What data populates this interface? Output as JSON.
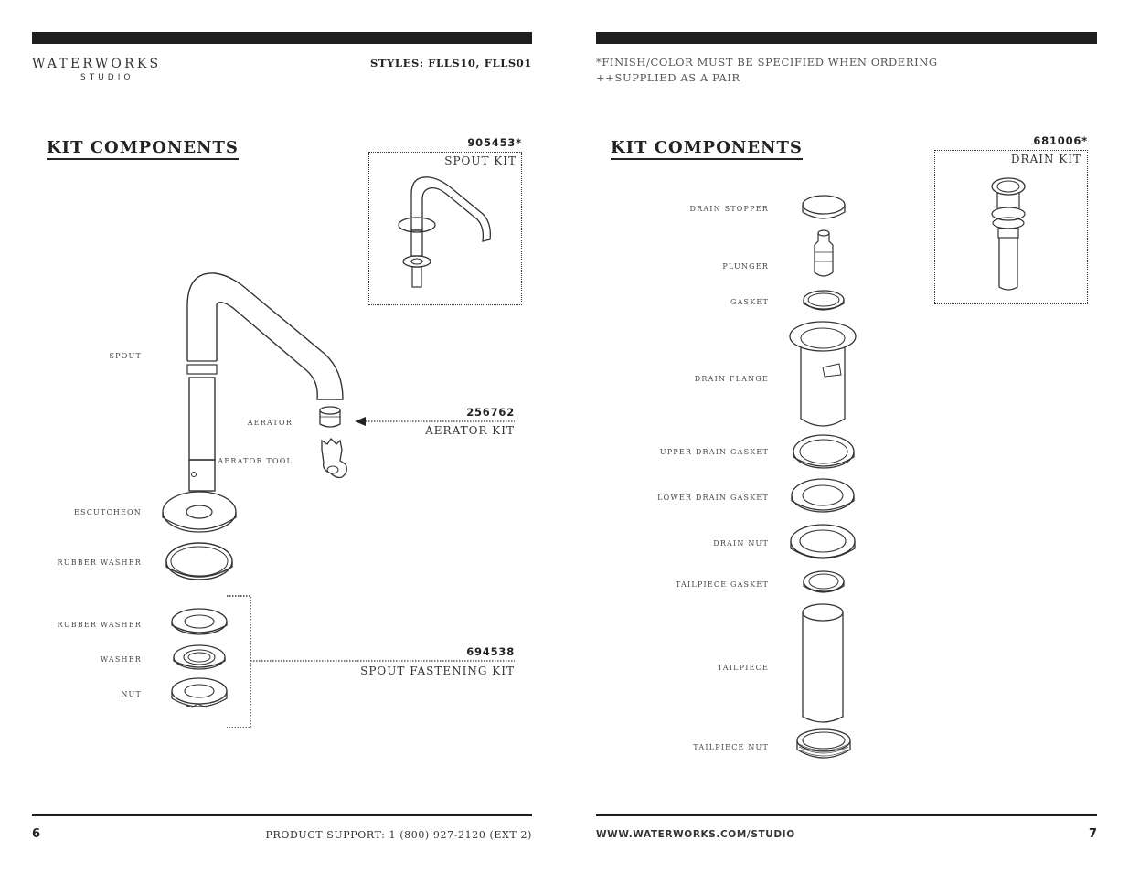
{
  "left_page": {
    "brand": "WATERWORKS",
    "brand_sub": "STUDIO",
    "styles": "STYLES: FLLS10, FLLS01",
    "heading": "KIT COMPONENTS",
    "spout_kit": {
      "part_no": "905453*",
      "name": "SPOUT KIT"
    },
    "aerator_kit": {
      "part_no": "256762",
      "name": "AERATOR KIT"
    },
    "fastening_kit": {
      "part_no": "694538",
      "name": "SPOUT FASTENING KIT"
    },
    "labels": {
      "spout": "SPOUT",
      "aerator": "AERATOR",
      "aerator_tool": "AERATOR TOOL",
      "escutcheon": "ESCUTCHEON",
      "rubber_washer_1": "RUBBER  WASHER",
      "rubber_washer_2": "RUBBER WASHER",
      "washer": "WASHER",
      "nut": "NUT"
    },
    "page_number": "6",
    "footer": "PRODUCT SUPPORT: 1 (800) 927-2120 (EXT 2)"
  },
  "right_page": {
    "note_1": "*FINISH/COLOR MUST BE SPECIFIED WHEN ORDERING",
    "note_2": "++SUPPLIED AS A PAIR",
    "heading": "KIT COMPONENTS",
    "drain_kit": {
      "part_no": "681006*",
      "name": "DRAIN KIT"
    },
    "labels": {
      "drain_stopper": "DRAIN STOPPER",
      "plunger": "PLUNGER",
      "gasket": "GASKET",
      "drain_flange": "DRAIN FLANGE",
      "upper_drain_gasket": "UPPER DRAIN GASKET",
      "lower_drain_gasket": "LOWER DRAIN GASKET",
      "drain_nut": "DRAIN NUT",
      "tailpiece_gasket": "TAILPIECE GASKET",
      "tailpiece": "TAILPIECE",
      "tailpiece_nut": "TAILPIECE NUT"
    },
    "footer": "WWW.WATERWORKS.COM/STUDIO",
    "page_number": "7"
  }
}
